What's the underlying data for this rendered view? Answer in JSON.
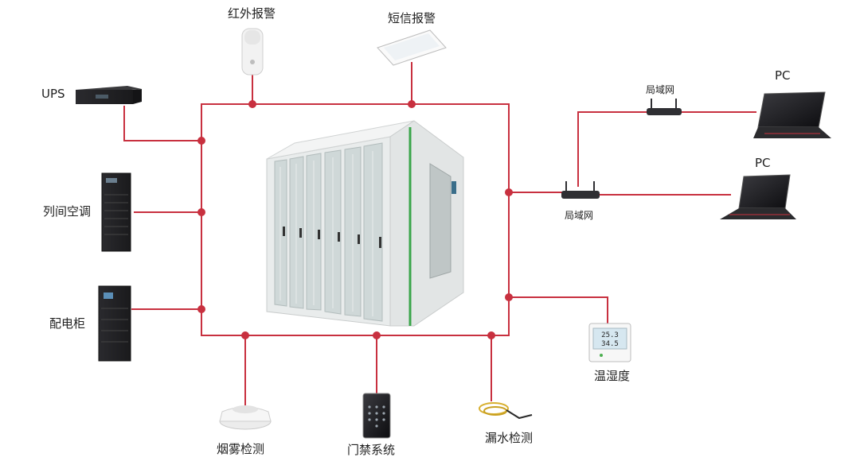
{
  "diagram": {
    "line_color": "#c8303f",
    "center": {
      "name": "micro-module-data-center"
    },
    "devices": {
      "infrared_alarm": "红外报警",
      "sms_alarm": "短信报警",
      "ups": "UPS",
      "inrow_ac": "列间空调",
      "power_cabinet": "配电柜",
      "smoke_detection": "烟雾检测",
      "access_control": "门禁系统",
      "water_leak_detection": "漏水检测",
      "temp_humidity": "温湿度",
      "lan_top": "局域网",
      "lan_bottom": "局域网",
      "pc_top": "PC",
      "pc_bottom": "PC",
      "thermo_temp": "25.3",
      "thermo_humidity": "34.5"
    }
  }
}
